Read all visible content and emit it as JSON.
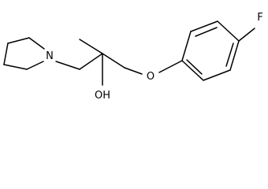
{
  "molecule": {
    "atom_labels": {
      "nitrogen": "N",
      "oxygen_ether": "O",
      "hydroxyl": "OH",
      "fluorine": "F"
    },
    "colors": {
      "bond": "#000000",
      "label": "#000000",
      "background": "#ffffff"
    }
  }
}
